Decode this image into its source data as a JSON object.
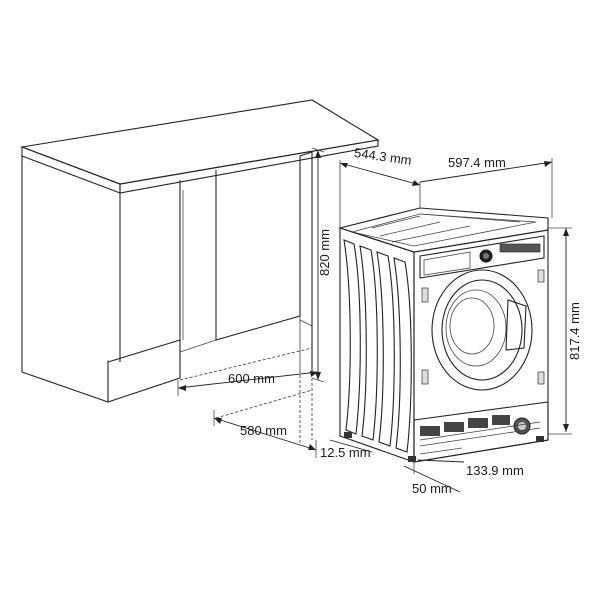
{
  "dimensions": {
    "depth_top": "544.3 mm",
    "width_top": "597.4 mm",
    "cabinet_height": "820 mm",
    "machine_height": "817.4 mm",
    "niche_width": "600 mm",
    "niche_depth": "580 mm",
    "gap_side": "12.5 mm",
    "plinth_offset": "50 mm",
    "base_depth": "133.9 mm"
  },
  "colors": {
    "line": "#222222",
    "cabinet_fill": "#ffffff",
    "machine_fill": "#f2f2f2",
    "dark_panel": "#333333"
  }
}
